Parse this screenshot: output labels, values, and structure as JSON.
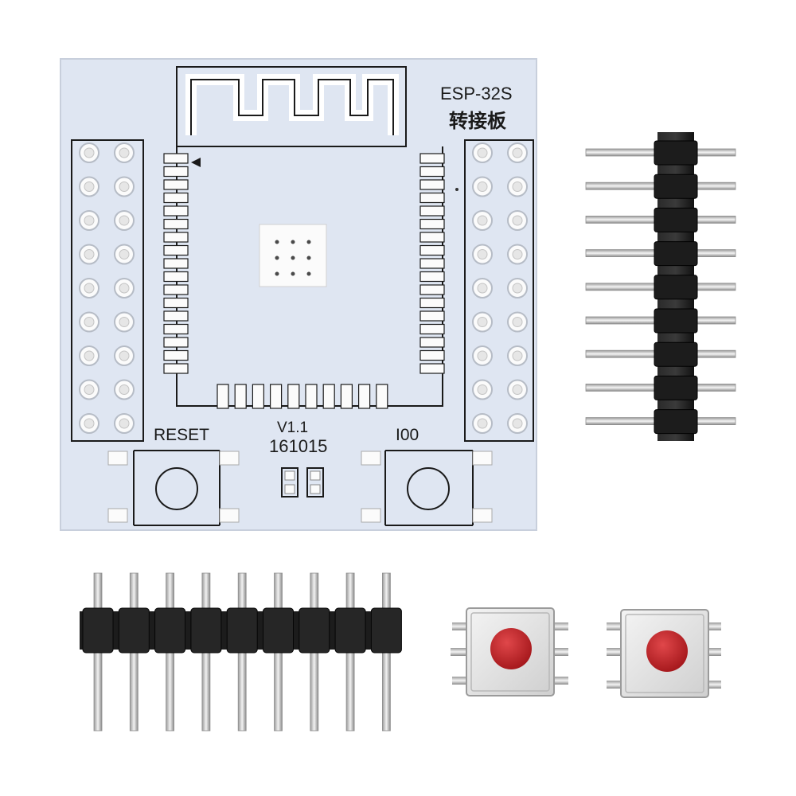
{
  "scene": {
    "background": "#ffffff",
    "pcb_color": "#dfe6f2",
    "silkscreen_color": "#1a1a1a",
    "pad_color": "#fbfbfb",
    "header_plastic_color": "#1c1c1c",
    "pin_metal_color": "#c9c9c9",
    "button_cap_color": "#c4262a"
  },
  "board": {
    "title": "ESP-32S",
    "subtitle": "转接板",
    "version": "V1.1",
    "date_code": "161015",
    "reset_label": "RESET",
    "io0_label": "I00",
    "antenna_icon": "wifi-antenna-trace-icon",
    "holes_per_column": 9,
    "left_pads": 17,
    "right_pads": 17,
    "bottom_pads": 10
  },
  "loose_parts": {
    "vertical_header_pins": 9,
    "horizontal_header_pins": 9,
    "tactile_switches": 2
  }
}
